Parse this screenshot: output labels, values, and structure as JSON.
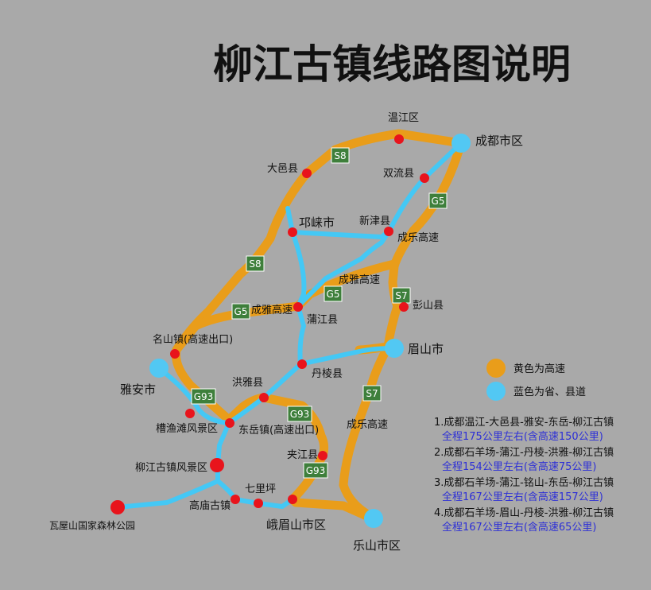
{
  "title": "柳江古镇线路图说明",
  "colors": {
    "background": "#a9a9a9",
    "highway": "#e99d1a",
    "road": "#44c8f5",
    "town_dot": "#e8141c",
    "city_dot": "#52c8f3",
    "badge_bg": "#3e7f3b",
    "badge_text": "#ffffff",
    "route_detail_text": "#2d2fd6"
  },
  "places": {
    "chengdu": "成都市区",
    "wenjiang": "温江区",
    "dayi": "大邑县",
    "shuangliu": "双流县",
    "qionglai": "邛崃市",
    "xinjin": "新津县",
    "chengle_express_1": "成乐高速",
    "chengya_express_1": "成雅高速",
    "chengya_express_2": "成雅高速",
    "pengshan": "彭山县",
    "pujiang": "蒲江县",
    "mingshan": "名山镇(高速出口)",
    "meishan": "眉山市",
    "danleng": "丹棱县",
    "yaan": "雅安市",
    "hongya": "洪雅县",
    "caoyutan": "槽渔滩风景区",
    "dongyue": "东岳镇(高速出口)",
    "chengle_express_2": "成乐高速",
    "jiajiang": "夹江县",
    "liujiang": "柳江古镇风景区",
    "qiliping": "七里坪",
    "gaomiao": "高庙古镇",
    "emeishan": "峨眉山市区",
    "wawushan": "瓦屋山国家森林公园",
    "leshan": "乐山市区"
  },
  "badges": {
    "s8_top": "S8",
    "s8_mid": "S8",
    "g5_right": "G5",
    "g5_center": "G5",
    "g5_left": "G5",
    "s7_upper": "S7",
    "s7_lower": "S7",
    "g93_left": "G93",
    "g93_mid": "G93",
    "g93_lower": "G93"
  },
  "legend": {
    "highway": "黄色为高速",
    "road": "蓝色为省、县道"
  },
  "routes": [
    {
      "line": "1.成都温江-大邑县-雅安-东岳-柳江古镇",
      "detail": "全程175公里左右(含高速150公里)"
    },
    {
      "line": "2.成都石羊场-蒲江-丹棱-洪雅-柳江古镇",
      "detail": "全程154公里左右(含高速75公里)"
    },
    {
      "line": "3.成都石羊场-蒲江-铭山-东岳-柳江古镇",
      "detail": "全程167公里左右(含高速157公里)"
    },
    {
      "line": "4.成都石羊场-眉山-丹棱-洪雅-柳江古镇",
      "detail": "全程167公里左右(含高速65公里)"
    }
  ]
}
